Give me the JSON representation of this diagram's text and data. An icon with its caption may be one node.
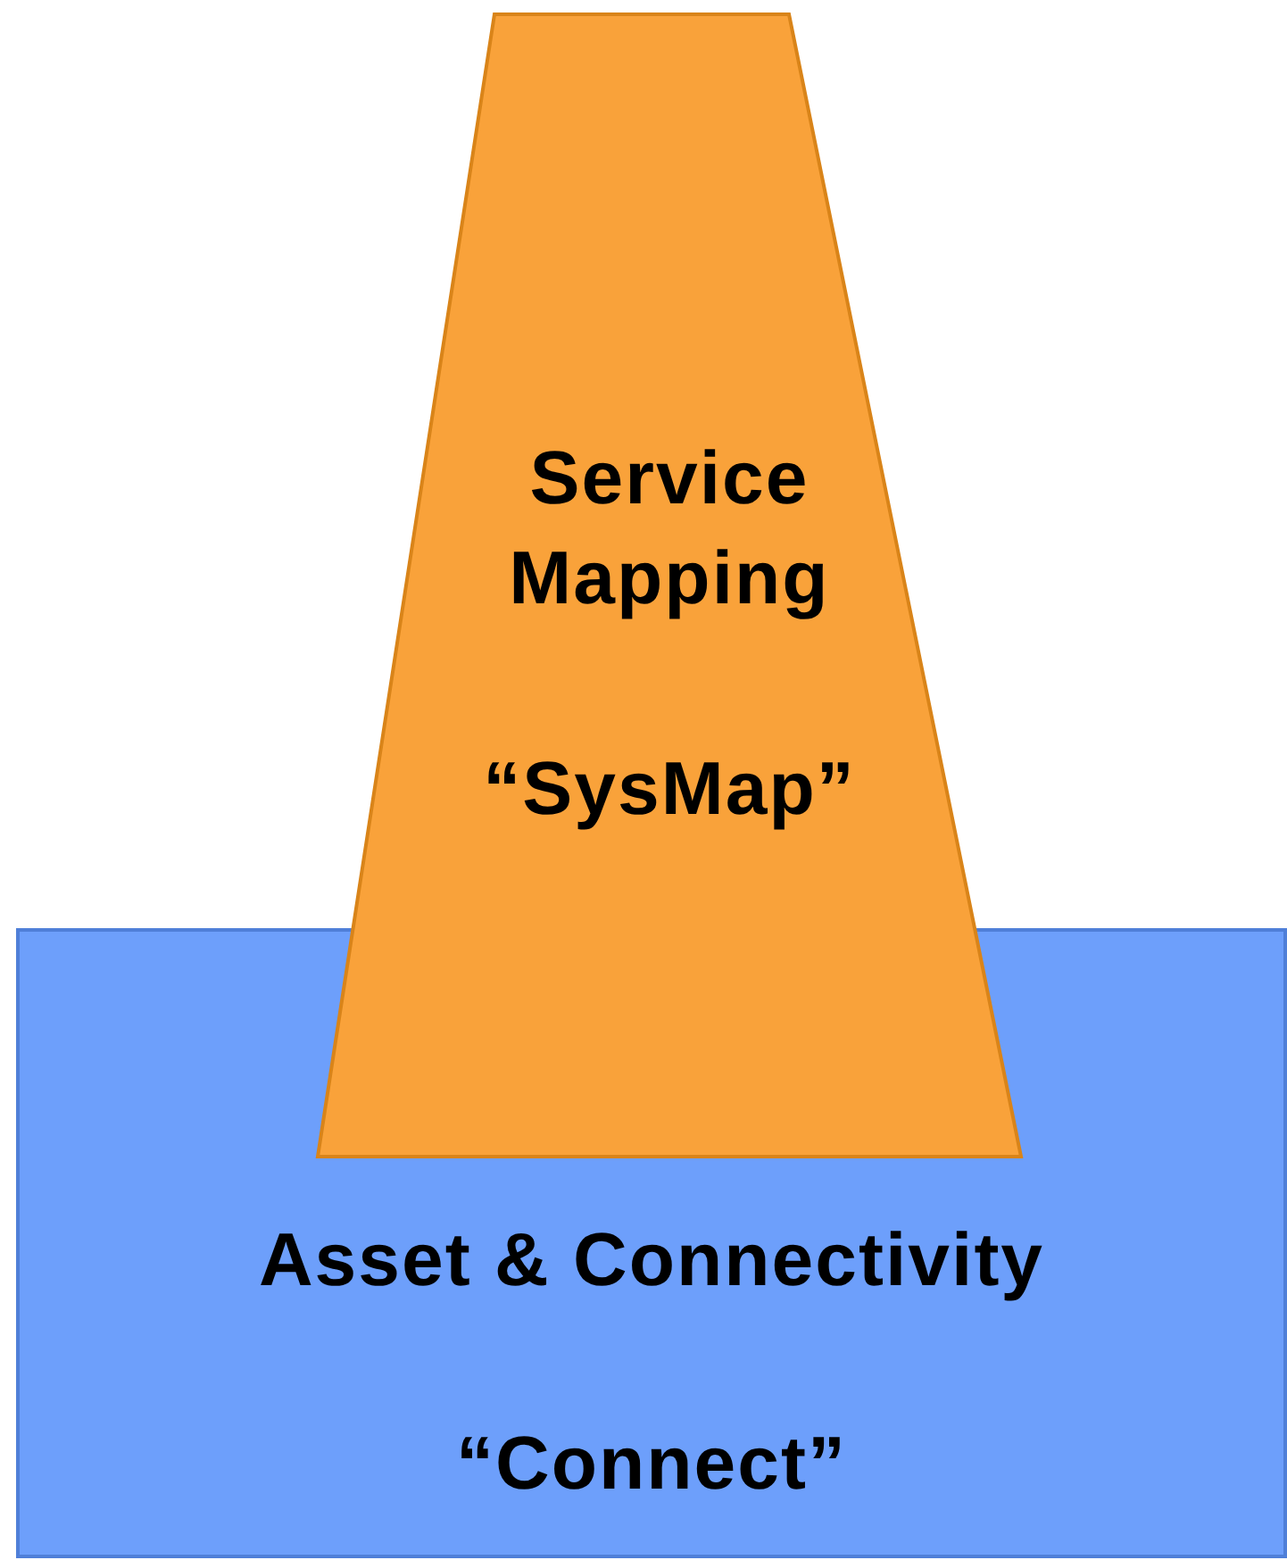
{
  "diagram": {
    "nodes": [
      {
        "text": [
          "Service Mapping",
          "“SysMap”"
        ]
      },
      {
        "text": [
          "Asset & Connectivity",
          "“Connect”"
        ]
      }
    ]
  }
}
